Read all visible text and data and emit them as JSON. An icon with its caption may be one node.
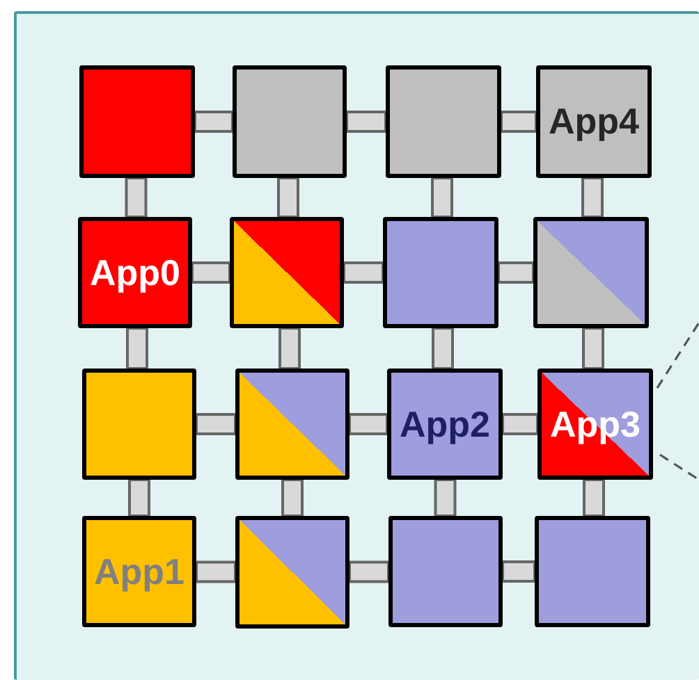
{
  "diagram": {
    "nodes": [
      {
        "text": [],
        "shape": "box"
      },
      {
        "text": [],
        "shape": "box",
        "in": 0
      },
      {
        "text": [],
        "shape": "box",
        "in": 0
      },
      {
        "text": [],
        "shape": "box",
        "in": 0
      },
      {
        "text": [
          "App4"
        ],
        "in": 0
      },
      {
        "text": [
          "App0"
        ],
        "in": 0
      },
      {
        "text": [],
        "shape": "box",
        "in": 0
      },
      {
        "text": [],
        "shape": "box",
        "in": 0
      },
      {
        "text": [],
        "shape": "box",
        "in": 0
      },
      {
        "text": [],
        "shape": "box",
        "in": 0
      },
      {
        "text": [],
        "shape": "box",
        "in": 0
      },
      {
        "text": [
          "App2"
        ],
        "in": 0
      },
      {
        "text": [
          "App3"
        ],
        "in": 0
      },
      {
        "text": [
          "App1"
        ],
        "in": 0
      },
      {
        "text": [],
        "shape": "box",
        "in": 0
      },
      {
        "text": [],
        "shape": "box",
        "in": 0
      },
      {
        "text": [],
        "shape": "box",
        "in": 0
      }
    ],
    "edges": [
      {
        "from": 1,
        "to": 2,
        "arrow": "none"
      },
      {
        "from": 2,
        "to": 3,
        "arrow": "none"
      },
      {
        "from": 3,
        "to": 4,
        "arrow": "none"
      },
      {
        "from": 5,
        "to": 6,
        "arrow": "none"
      },
      {
        "from": 6,
        "to": 7,
        "arrow": "none"
      },
      {
        "from": 7,
        "to": 8,
        "arrow": "none"
      },
      {
        "from": 9,
        "to": 10,
        "arrow": "none"
      },
      {
        "from": 10,
        "to": 11,
        "arrow": "none"
      },
      {
        "from": 11,
        "to": 12,
        "arrow": "none"
      },
      {
        "from": 13,
        "to": 14,
        "arrow": "none"
      },
      {
        "from": 14,
        "to": 15,
        "arrow": "none"
      },
      {
        "from": 15,
        "to": 16,
        "arrow": "none"
      },
      {
        "from": 1,
        "to": 5,
        "arrow": "none"
      },
      {
        "from": 2,
        "to": 6,
        "arrow": "none"
      },
      {
        "from": 3,
        "to": 7,
        "arrow": "none"
      },
      {
        "from": 4,
        "to": 8,
        "arrow": "none"
      },
      {
        "from": 5,
        "to": 9,
        "arrow": "none"
      },
      {
        "from": 6,
        "to": 10,
        "arrow": "none"
      },
      {
        "from": 7,
        "to": 11,
        "arrow": "none"
      },
      {
        "from": 8,
        "to": 12,
        "arrow": "none"
      },
      {
        "from": 9,
        "to": 13,
        "arrow": "none"
      },
      {
        "from": 10,
        "to": 14,
        "arrow": "none"
      },
      {
        "from": 11,
        "to": 15,
        "arrow": "none"
      },
      {
        "from": 12,
        "to": 16,
        "arrow": "none"
      },
      {
        "from": 12,
        "to": null,
        "arrow": "none",
        "style": "dashed"
      },
      {
        "from": 12,
        "to": null,
        "arrow": "none",
        "style": "dashed"
      }
    ]
  }
}
